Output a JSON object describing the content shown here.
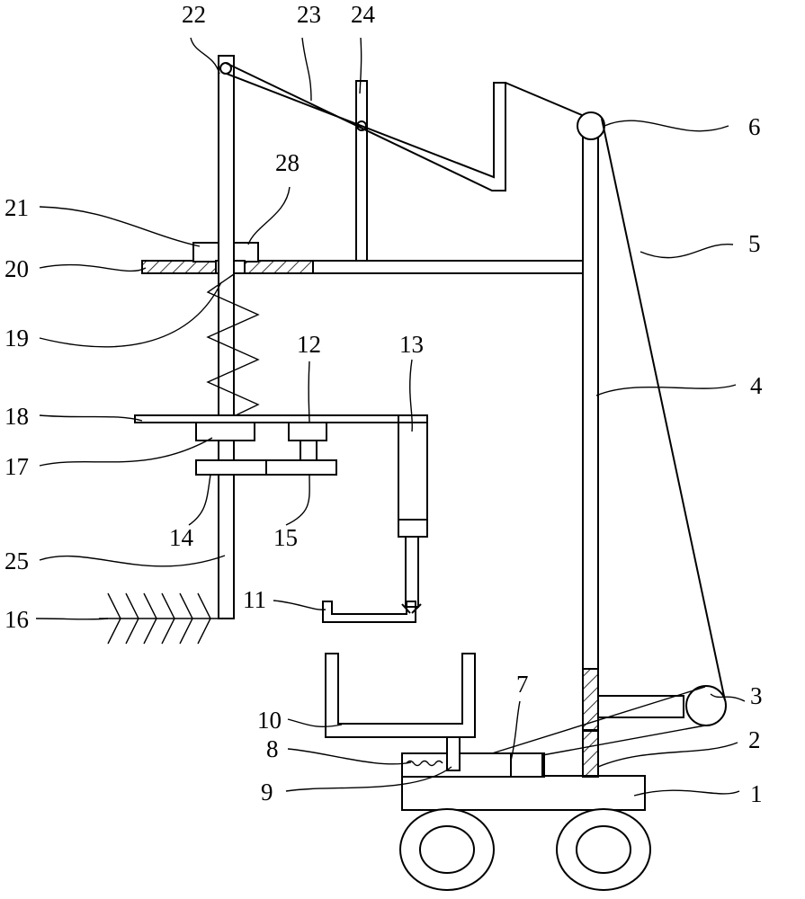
{
  "labels": {
    "l1": "1",
    "l2": "2",
    "l3": "3",
    "l4": "4",
    "l5": "5",
    "l6": "6",
    "l7": "7",
    "l8": "8",
    "l9": "9",
    "l10": "10",
    "l11": "11",
    "l12": "12",
    "l13": "13",
    "l14": "14",
    "l15": "15",
    "l16": "16",
    "l17": "17",
    "l18": "18",
    "l19": "19",
    "l20": "20",
    "l21": "21",
    "l22": "22",
    "l23": "23",
    "l24": "24",
    "l25": "25",
    "l28": "28"
  }
}
